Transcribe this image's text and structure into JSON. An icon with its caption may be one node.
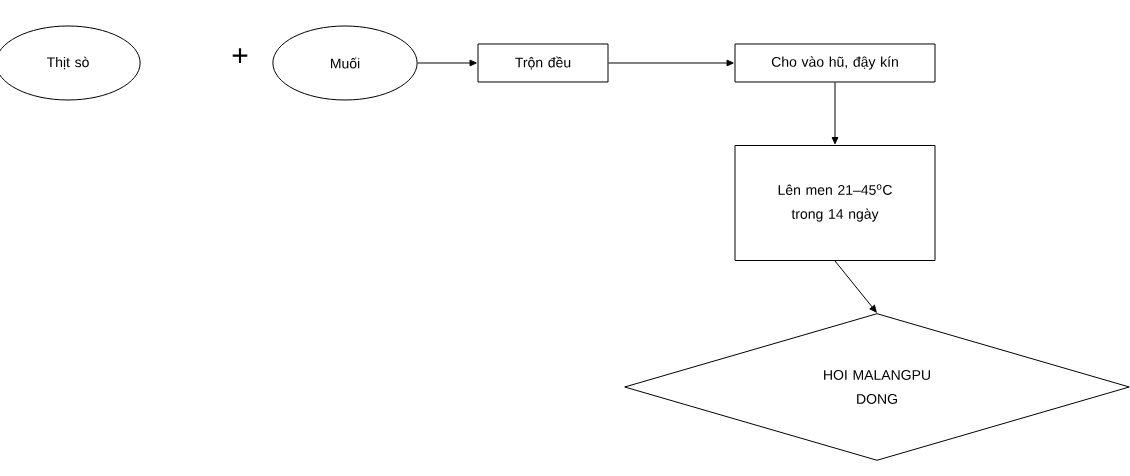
{
  "diagram": {
    "nodes": [
      {
        "text": [
          "Thịt sò"
        ]
      },
      {
        "text": [
          "Muối"
        ]
      },
      {
        "text": [
          "Trộn đều"
        ]
      },
      {
        "text": [
          "Cho vào hũ, đậy kín"
        ]
      },
      {
        "text": [
          "Lên men 21–45$^{o}$C trong 14 ngày"
        ]
      },
      {
        "text": [
          "HOI MALANGPU DONG"
        ]
      }
    ],
    "edges": [
      {
        "from": 1,
        "to": 2,
        "arrow": "to"
      },
      {
        "from": 2,
        "to": 3,
        "arrow": "to"
      },
      {
        "from": 3,
        "to": 4,
        "arrow": "to"
      },
      {
        "from": 4,
        "to": 5,
        "arrow": "to"
      }
    ],
    "labels": [
      "+"
    ]
  }
}
